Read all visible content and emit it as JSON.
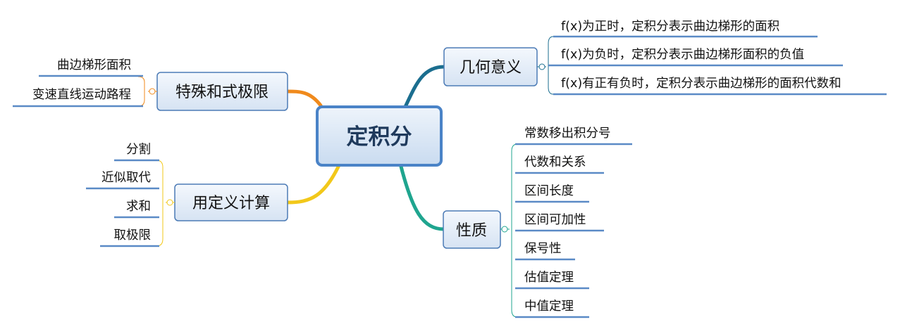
{
  "central": {
    "label": "定积分"
  },
  "topics": {
    "geometric": {
      "label": "几何意义",
      "items": [
        "f(x)为正时，定积分表示曲边梯形的面积",
        "f(x)为负时，定积分表示曲边梯形面积的负值",
        "f(x)有正有负时，定积分表示曲边梯形的面积代数和"
      ]
    },
    "special": {
      "label": "特殊和式极限",
      "items": [
        "曲边梯形面积",
        "变速直线运动路程"
      ]
    },
    "definition": {
      "label": "用定义计算",
      "items": [
        "分割",
        "近似取代",
        "求和",
        "取极限"
      ]
    },
    "properties": {
      "label": "性质",
      "items": [
        "常数移出积分号",
        "代数和关系",
        "区间长度",
        "区间可加性",
        "保号性",
        "估值定理",
        "中值定理"
      ]
    }
  },
  "colors": {
    "geometric": "#1b6e8f",
    "special": "#f08a1c",
    "definition": "#f2c81a",
    "properties": "#1fa58f",
    "underline": "#5a8ac6",
    "box_border": "#4c7bb6"
  }
}
